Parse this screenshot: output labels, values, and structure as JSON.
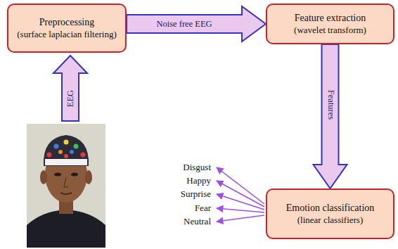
{
  "diagram": {
    "nodes": [
      {
        "text": [
          "Preprocessing",
          "(surface laplacian filtering)"
        ]
      },
      {
        "text": [
          "Feature extraction",
          "(wavelet transform)"
        ]
      },
      {
        "text": [
          "Emotion classification",
          "(linear classifiers)"
        ]
      }
    ],
    "edges": [
      {
        "from": 0,
        "to": 1,
        "label": "Noise free EEG",
        "arrow": "to"
      },
      {
        "from": 1,
        "to": 2,
        "label": "Features",
        "arrow": "to"
      }
    ],
    "labels": [
      "EEG",
      "Disgust",
      "Happy",
      "Surprise",
      "Fear",
      "Neutral"
    ]
  }
}
